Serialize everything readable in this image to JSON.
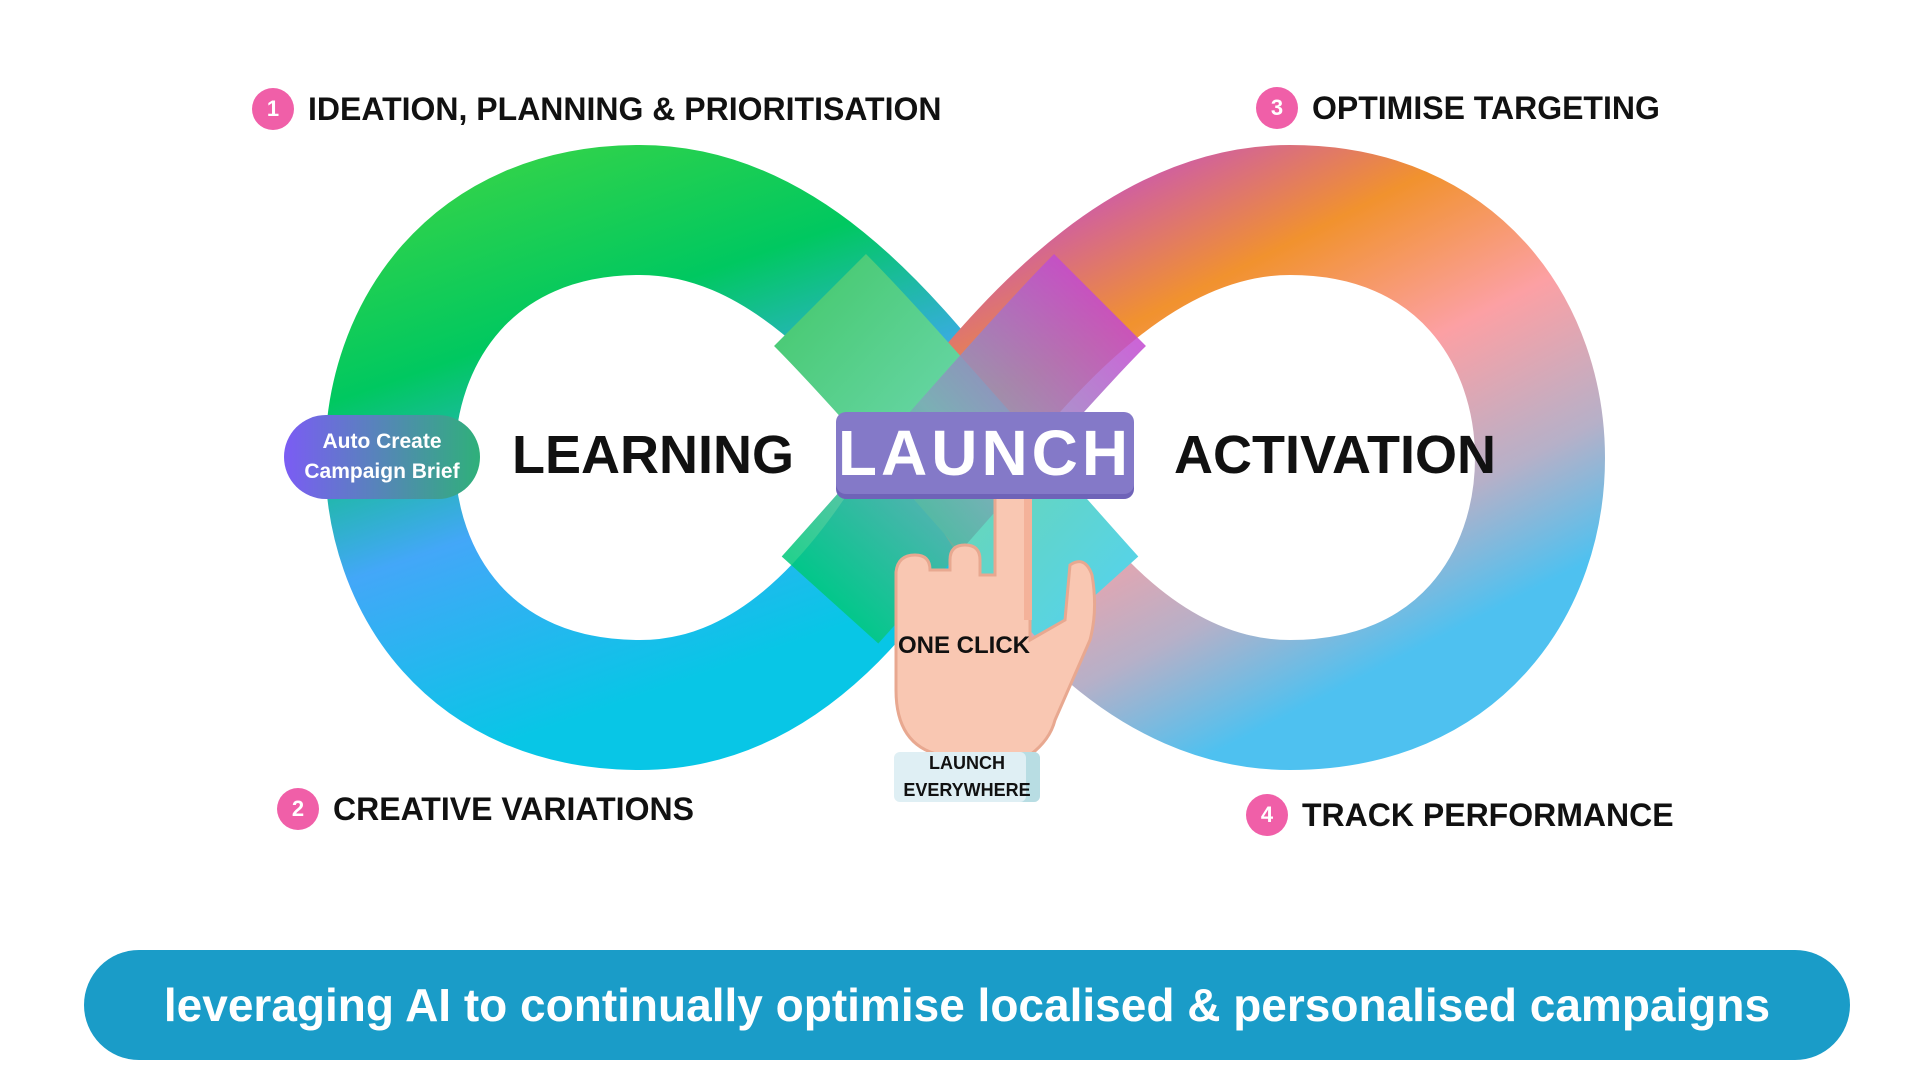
{
  "steps": [
    {
      "number": "1",
      "label": "IDEATION, PLANNING & PRIORITISATION"
    },
    {
      "number": "2",
      "label": "CREATIVE VARIATIONS"
    },
    {
      "number": "3",
      "label": "OPTIMISE TARGETING"
    },
    {
      "number": "4",
      "label": "TRACK PERFORMANCE"
    }
  ],
  "loop": {
    "left_label": "LEARNING",
    "right_label": "ACTIVATION"
  },
  "brief_pill": {
    "line1": "Auto Create",
    "line2": "Campaign Brief"
  },
  "launch": {
    "button_label": "LAUNCH",
    "hand_label": "ONE CLICK",
    "cuff_line1": "LAUNCH",
    "cuff_line2": "EVERYWHERE"
  },
  "banner": {
    "text": "leveraging AI to continually optimise localised & personalised campaigns"
  },
  "colors": {
    "badge": "#f05fa8",
    "banner": "#1a9cc8",
    "launch_plate": "#8479c8",
    "pill_start": "#7b5cf4",
    "pill_end": "#2fb07a",
    "hand_skin": "#f9c7b2"
  },
  "icons": {
    "hand": "pointing-hand-icon",
    "infinity": "infinity-loop-icon"
  }
}
